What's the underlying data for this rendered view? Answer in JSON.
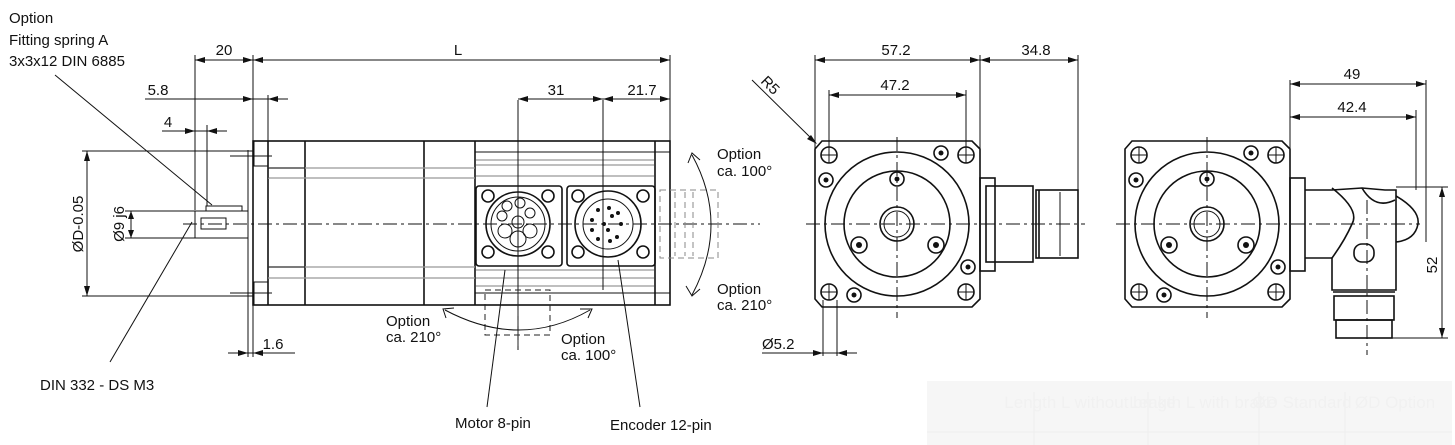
{
  "drawing": {
    "title": "Servo motor dimension drawing",
    "side_view": {
      "callouts": {
        "fitting_spring": [
          "Option",
          "Fitting spring A",
          "3x3x12 DIN 6885"
        ],
        "center_hole": "DIN 332 - DS M3",
        "motor_connector": "Motor 8-pin",
        "encoder_connector": "Encoder 12-pin"
      },
      "dimensions": {
        "shaft_length": "20",
        "overall_length": "L",
        "flange_offset": "5.8",
        "key_offset": "4",
        "flange_diameter": "ØD-0.05",
        "shaft_diameter": "Ø9 j6",
        "flange_thickness": "1.6",
        "connector_spacing": "31",
        "connector_end_offset": "21.7"
      },
      "rotation_options": [
        {
          "label": "Option",
          "angle": "ca. 100°"
        },
        {
          "label": "Option",
          "angle": "ca. 210°"
        },
        {
          "label": "Option",
          "angle": "ca. 210°"
        },
        {
          "label": "Option",
          "angle": "ca. 100°"
        }
      ]
    },
    "front_view_straight": {
      "dimensions": {
        "flange_width": "57.2",
        "connector_protrusion": "34.8",
        "hole_spacing": "47.2",
        "corner_radius": "R5",
        "hole_diameter": "Ø5.2"
      }
    },
    "front_view_angled": {
      "dimensions": {
        "connector_outer": "49",
        "connector_inner": "42.4",
        "connector_height": "52"
      }
    },
    "faded_table": {
      "headers": [
        "Length L without brake",
        "Length L with brake",
        "ØD Standard",
        "ØD Option"
      ]
    }
  }
}
